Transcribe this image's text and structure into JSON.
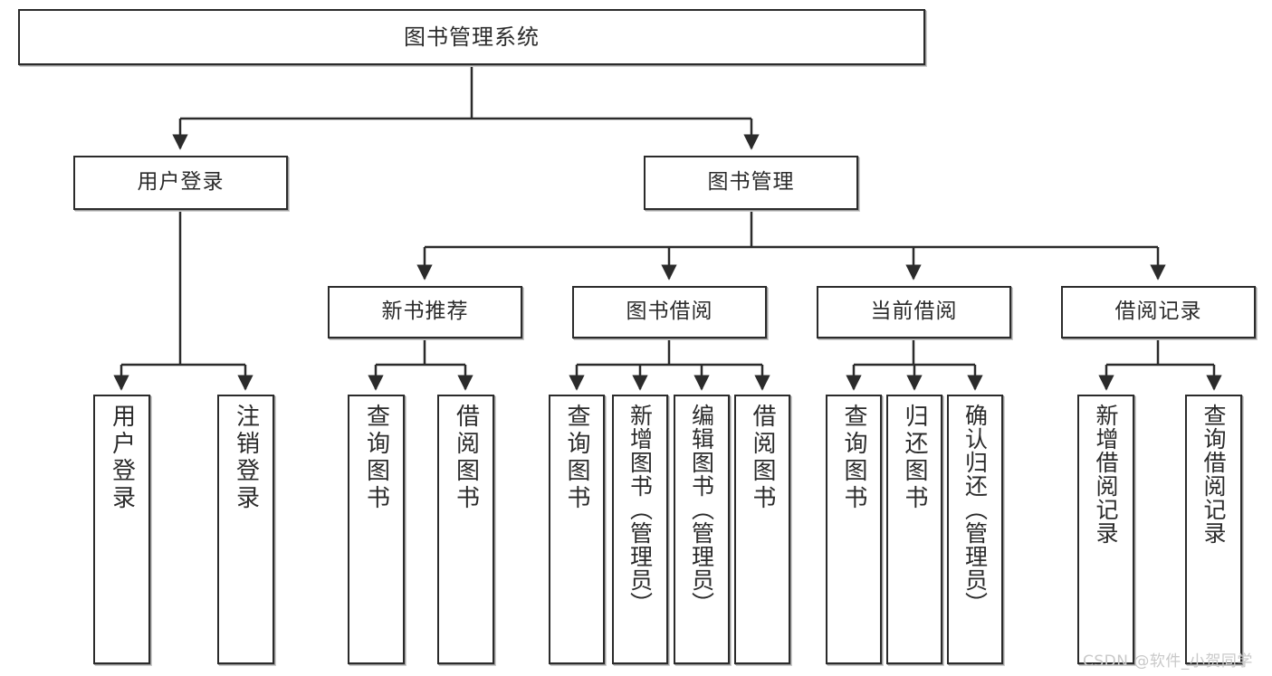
{
  "diagram": {
    "title": "图书管理系统",
    "type": "tree",
    "orientation": "top-down",
    "colors": {
      "box_border": "#2b2b2b",
      "box_fill": "#ffffff",
      "edge": "#2b2b2b",
      "text": "#2b2b2b",
      "watermark": "#c9c9c9",
      "background": "#ffffff"
    },
    "watermark": "CSDN @软件_小贺同学"
  },
  "nodes": {
    "root": {
      "label": "图书管理系统"
    },
    "level2": [
      {
        "label": "用户登录"
      },
      {
        "label": "图书管理"
      }
    ],
    "level3": [
      {
        "label": "新书推荐"
      },
      {
        "label": "图书借阅"
      },
      {
        "label": "当前借阅"
      },
      {
        "label": "借阅记录"
      }
    ],
    "leaves": {
      "user_login": [
        {
          "label": "用户登录"
        },
        {
          "label": "注销登录"
        }
      ],
      "new_book_recommend": [
        {
          "label": "查询图书"
        },
        {
          "label": "借阅图书"
        }
      ],
      "book_borrow": [
        {
          "label": "查询图书"
        },
        {
          "label": "新增图书（管理员）"
        },
        {
          "label": "编辑图书（管理员）"
        },
        {
          "label": "借阅图书"
        }
      ],
      "current_borrow": [
        {
          "label": "查询图书"
        },
        {
          "label": "归还图书"
        },
        {
          "label": "确认归还（管理员）"
        }
      ],
      "borrow_record": [
        {
          "label": "新增借阅记录"
        },
        {
          "label": "查询借阅记录"
        }
      ]
    }
  }
}
